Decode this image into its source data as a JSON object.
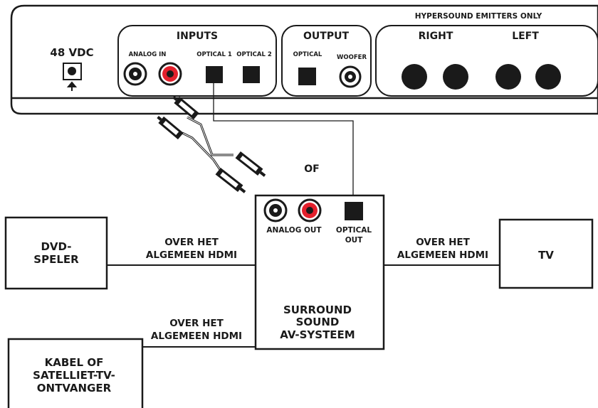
{
  "hypersound_unit": {
    "emitters_header": "HYPERSOUND EMITTERS ONLY",
    "power_label": "48 VDC",
    "inputs_label": "INPUTS",
    "analog_in_label": "ANALOG IN",
    "optical1_label": "OPTICAL 1",
    "optical2_label": "OPTICAL 2",
    "output_label": "OUTPUT",
    "optical_label": "OPTICAL",
    "woofer_label": "WOOFER",
    "right_label": "RIGHT",
    "left_label": "LEFT"
  },
  "or_label": "OF",
  "surround_system": {
    "analog_out_label": "ANALOG OUT",
    "optical_out_line1": "OPTICAL",
    "optical_out_line2": "OUT",
    "name_line1": "SURROUND",
    "name_line2": "SOUND",
    "name_line3": "AV-SYSTEEM"
  },
  "dvd_player": {
    "line1": "DVD-",
    "line2": "SPELER"
  },
  "tv": {
    "label": "TV"
  },
  "receiver": {
    "line1": "KABEL OF",
    "line2": "SATELLIET-TV-",
    "line3": "ONTVANGER"
  },
  "links": {
    "dvd_line1": "OVER HET",
    "dvd_line2": "ALGEMEEN HDMI",
    "tv_line1": "OVER HET",
    "tv_line2": "ALGEMEEN HDMI",
    "receiver_line1": "OVER HET",
    "receiver_line2": "ALGEMEEN HDMI"
  },
  "colors": {
    "ink": "#1a1a1a",
    "red_jack": "#e3202c",
    "background": "#ffffff"
  }
}
